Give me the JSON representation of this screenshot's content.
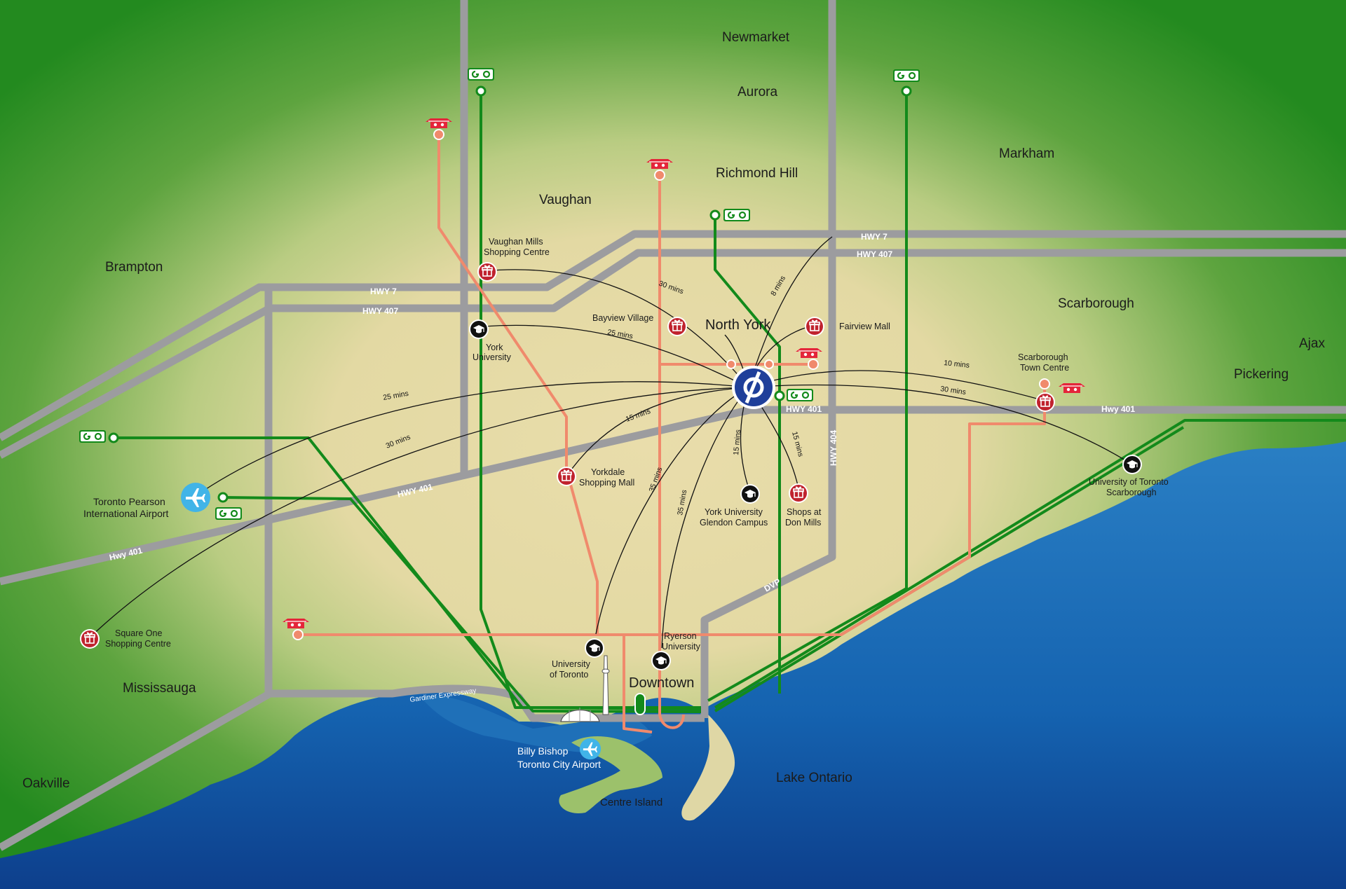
{
  "cities": {
    "newmarket": "Newmarket",
    "aurora": "Aurora",
    "richmond_hill": "Richmond Hill",
    "markham": "Markham",
    "vaughan": "Vaughan",
    "brampton": "Brampton",
    "scarborough": "Scarborough",
    "ajax": "Ajax",
    "pickering": "Pickering",
    "north_york": "North York",
    "mississauga": "Mississauga",
    "oakville": "Oakville",
    "downtown": "Downtown",
    "lake_ontario": "Lake Ontario",
    "centre_island": "Centre Island"
  },
  "highways": {
    "hwy7_west": "HWY 7",
    "hwy407_west": "HWY 407",
    "hwy7_east": "HWY 7",
    "hwy407_east": "HWY 407",
    "hwy401_center": "HWY 401",
    "hwy401_east": "Hwy 401",
    "hwy401_west": "Hwy 401",
    "hwy401_mid": "HWY 401",
    "hwy404": "HWY 404",
    "dvp": "DVP",
    "gardiner": "Gardiner Expressway"
  },
  "places": {
    "vaughan_mills": [
      "Vaughan Mills",
      "Shopping Centre"
    ],
    "york_university": [
      "York",
      "University"
    ],
    "bayview_village": "Bayview Village",
    "fairview_mall": "Fairview Mall",
    "scarborough_town_centre": [
      "Scarborough",
      "Town Centre"
    ],
    "yorkdale": [
      "Yorkdale",
      "Shopping Mall"
    ],
    "glendon": [
      "York University",
      "Glendon Campus"
    ],
    "don_mills": [
      "Shops at",
      "Don Mills"
    ],
    "uoft_scarborough": [
      "University of Toronto",
      "Scarborough"
    ],
    "pearson": [
      "Toronto Pearson",
      "International Airport"
    ],
    "square_one": [
      "Square One",
      "Shopping Centre"
    ],
    "uoft": [
      "University",
      "of Toronto"
    ],
    "ryerson": [
      "Ryerson",
      "University"
    ],
    "billy_bishop": [
      "Billy Bishop",
      "Toronto City Airport"
    ]
  },
  "travel_times": {
    "vaughan_mills": "30 mins",
    "richmond_hill_go": "8 mins",
    "york_university": "25 mins",
    "pearson": "25 mins",
    "square_one": "30 mins",
    "yorkdale": "15 mins",
    "uoft": "35 mins",
    "ryerson": "35 mins",
    "glendon": "15 mins",
    "don_mills": "15 mins",
    "scarborough_tc": "10 mins",
    "uoft_scarborough": "30 mins"
  },
  "go_badge": "GO",
  "colors": {
    "land_inner": "#e4dba8",
    "land_outer": "#2e8b22",
    "water": "#1767b3",
    "highway": "#9c9c9f",
    "go_line": "#138a1b",
    "ttc_line": "#f08a6c",
    "mall_icon": "#c0232e",
    "campus_icon": "#111111",
    "hub": "#1f3f9a",
    "airport": "#41b4e8"
  },
  "icons": {
    "hub": "origin-logo-icon",
    "mall": "gift-icon",
    "campus": "graduation-cap-icon",
    "airport": "plane-icon",
    "ttc": "ttc-subway-icon",
    "go": "go-transit-icon",
    "cn_tower": "cn-tower-icon",
    "stadium": "stadium-icon"
  }
}
